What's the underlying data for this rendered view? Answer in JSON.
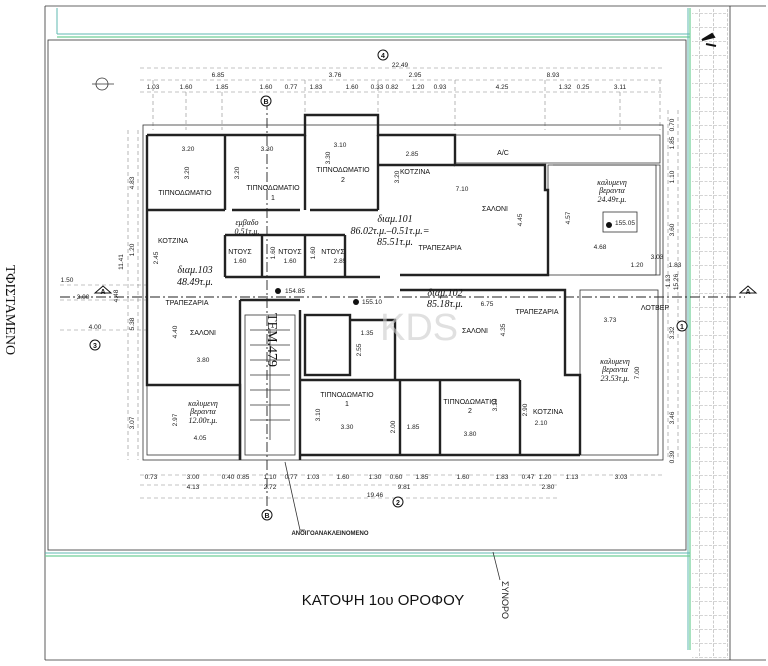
{
  "title": "ΚΑΤΟΨΗ 1ου ΟΡΟΦΟΥ",
  "labels": {
    "existing": "ΤΦΙΣΤΑΜΕΝΟ",
    "boundary": "ΣΥΝΟΡΟ",
    "folding": "ΑΝΟΙΓΟΑΝΑΚΛΕΙΝΟΜΕΝΟ",
    "plot": "ΤΕΜ.479",
    "watermark": "KDS"
  },
  "markers": {
    "a": "A",
    "b": "B",
    "n1": "1",
    "n2": "2",
    "n3": "3",
    "n4": "4"
  },
  "apartments": [
    {
      "name": "διαμ.101",
      "area": "86.02τ.μ.–0.51τ.μ.=",
      "net": "85.51τ.μ."
    },
    {
      "name": "διαμ.102",
      "area": "85.18τ.μ."
    },
    {
      "name": "διαμ.103",
      "area": "48.49τ.μ."
    }
  ],
  "verandas": [
    {
      "line1": "καλυμενη",
      "line2": "βεραντα",
      "area": "24.49τ.μ."
    },
    {
      "line1": "καλυμενη",
      "line2": "βεραντα",
      "area": "23.53τ.μ."
    },
    {
      "line1": "καλυμενη",
      "line2": "βεραντα",
      "area": "12.00τ.μ."
    }
  ],
  "shaft": {
    "label": "εμβαδο",
    "area": "0.51τ.μ."
  },
  "levels": [
    "154.85",
    "155.10",
    "155.05"
  ],
  "rooms": [
    "ΤΙΠΝΟΔΩΜΑΤΙΟ",
    "ΤΙΠΝΟΔΩΜΑΤΙΟ",
    "1",
    "ΤΙΠΝΟΔΩΜΑΤΙΟ",
    "2",
    "ΚΟΤΖΙΝΑ",
    "ΣΑΛΟΝΙ",
    "ΤΡΑΠΕΖΑΡΙΑ",
    "ΚΟΤΖΙΝΑ",
    "ΝΤΟΥΣ",
    "ΝΤΟΥΣ",
    "ΝΤΟΥΣ",
    "ΤΡΑΠΕΖΑΡΙΑ",
    "ΣΑΛΟΝΙ",
    "ΣΑΛΟΝΙ",
    "ΤΡΑΠΕΖΑΡΙΑ",
    "ΤΙΠΝΟΔΩΜΑΤΙΟ",
    "1",
    "ΤΙΠΝΟΔΩΜΑΤΙΟ",
    "2",
    "ΚΟΤΖΙΝΑ",
    "A/C",
    "ΛΟΤΒΕΡ"
  ],
  "dims": {
    "h": [
      "22.49",
      "6.85",
      "3.76",
      "2.95",
      "8.93",
      "1.03",
      "1.60",
      "1.85",
      "1.60",
      "0.77",
      "1.83",
      "1.60",
      "0.33",
      "0.82",
      "1.20",
      "0.93",
      "4.25",
      "1.32",
      "0.25",
      "3.11",
      "3.20",
      "3.30",
      "3.10",
      "2.85",
      "7.10",
      "1.60",
      "1.60",
      "2.85",
      "4.68",
      "3.03",
      "1.20",
      "1.83",
      "6.75",
      "3.80",
      "4.05",
      "1.35",
      "3.30",
      "1.85",
      "3.73",
      "3.80",
      "2.10",
      "0.73",
      "3.00",
      "0.40",
      "0.85",
      "1.10",
      "0.77",
      "1.03",
      "1.60",
      "1.30",
      "0.60",
      "1.85",
      "1.60",
      "1.83",
      "0.47",
      "1.20",
      "1.13",
      "3.03",
      "4.13",
      "2.72",
      "9.81",
      "2.80",
      "19.46",
      "1.50",
      "3.00",
      "4.00"
    ],
    "v": [
      "4.83",
      "1.20",
      "11.41",
      "4.48",
      "5.38",
      "3.07",
      "3.20",
      "3.20",
      "3.30",
      "3.20",
      "2.45",
      "1.60",
      "1.60",
      "4.45",
      "4.57",
      "0.70",
      "1.85",
      "1.10",
      "3.60",
      "1.13",
      "15.26",
      "3.32",
      "7.00",
      "3.46",
      "0.39",
      "4.40",
      "2.97",
      "2.55",
      "3.10",
      "2.00",
      "4.35",
      "3.10",
      "2.90"
    ]
  }
}
